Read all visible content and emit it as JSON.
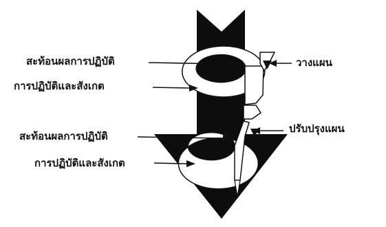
{
  "labels": {
    "reflect_top": "สะท้อนผลการปฏิบัติ",
    "act_observe_top": "การปฏิบัติและสังเกต",
    "plan": "วางแผน",
    "reflect_bottom": "สะท้อนผลการปฏิบัติ",
    "revise_plan": "ปรับปรุงแผน",
    "act_observe_bottom": "การปฏิบัติและสังเกต"
  },
  "colors": {
    "ink": "#111111",
    "arrow_fill": "#0d0d0d",
    "spiral_fill": "#ffffff"
  }
}
